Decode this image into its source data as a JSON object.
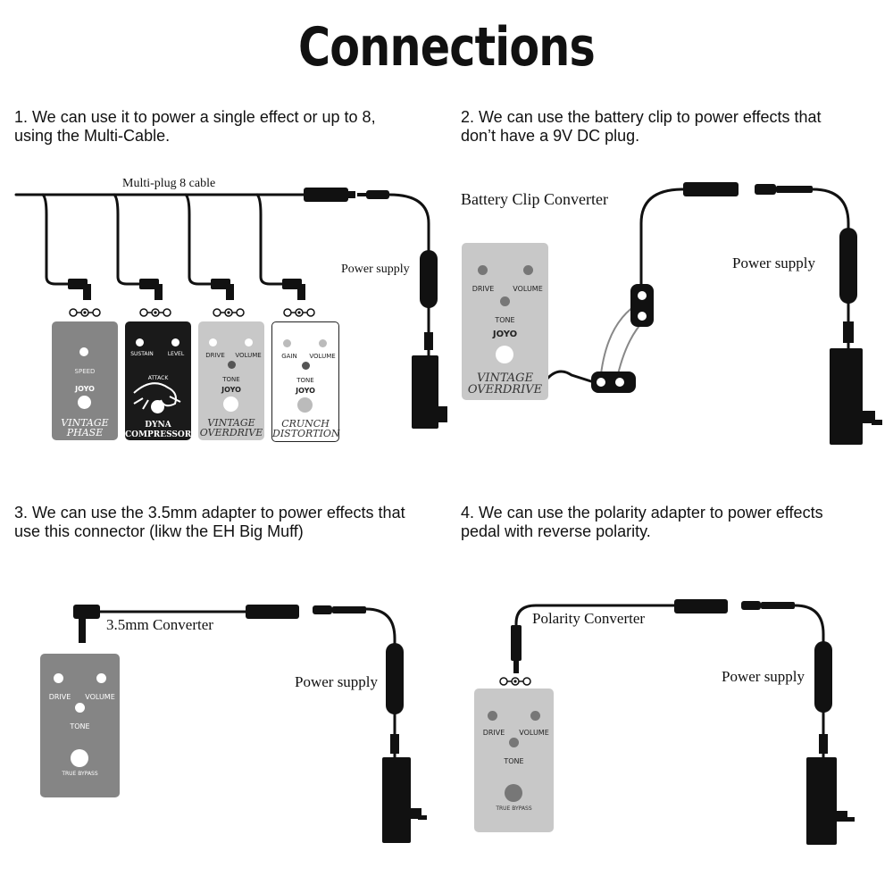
{
  "title": "Connections",
  "captions": {
    "c1": "1. We can use it to power a single effect or up to 8,\nusing the Multi-Cable.",
    "c2": "2. We can use the battery clip to power effects that\ndon’t have a 9V DC plug.",
    "c3": "3. We can use the 3.5mm adapter to power effects that\nuse this connector (likw the EH Big Muff)",
    "c4": "4. We can use the polarity adapter to power effects\npedal with reverse polarity."
  },
  "labels": {
    "multiplug": "Multi-plug 8 cable",
    "power1": "Power supply",
    "battery_clip": "Battery Clip Converter",
    "power2": "Power supply",
    "converter35": "3.5mm Converter",
    "power3": "Power supply",
    "polarity": "Polarity Converter",
    "power4": "Power supply"
  },
  "pedal_text": {
    "speed": "SPEED",
    "joyo": "JOYO",
    "vintage_phase": "VINTAGE\nPHASE",
    "sustain": "SUSTAIN",
    "level": "LEVEL",
    "attack": "ATTACK",
    "dyna_compressor": "DYNA\nCOMPRESSOR",
    "drive": "DRIVE",
    "volume": "VOLUME",
    "tone": "TONE",
    "vintage_overdrive": "VINTAGE\nOVERDRIVE",
    "gain": "GAIN",
    "crunch_distortion": "CRUNCH\nDISTORTION",
    "true_bypass": "TRUE BYPASS"
  },
  "colors": {
    "grey_pedal": "#858585",
    "black_pedal": "#1a1a1a",
    "light_pedal": "#c8c8c8",
    "white_pedal": "#ffffff",
    "cable": "#111111"
  }
}
